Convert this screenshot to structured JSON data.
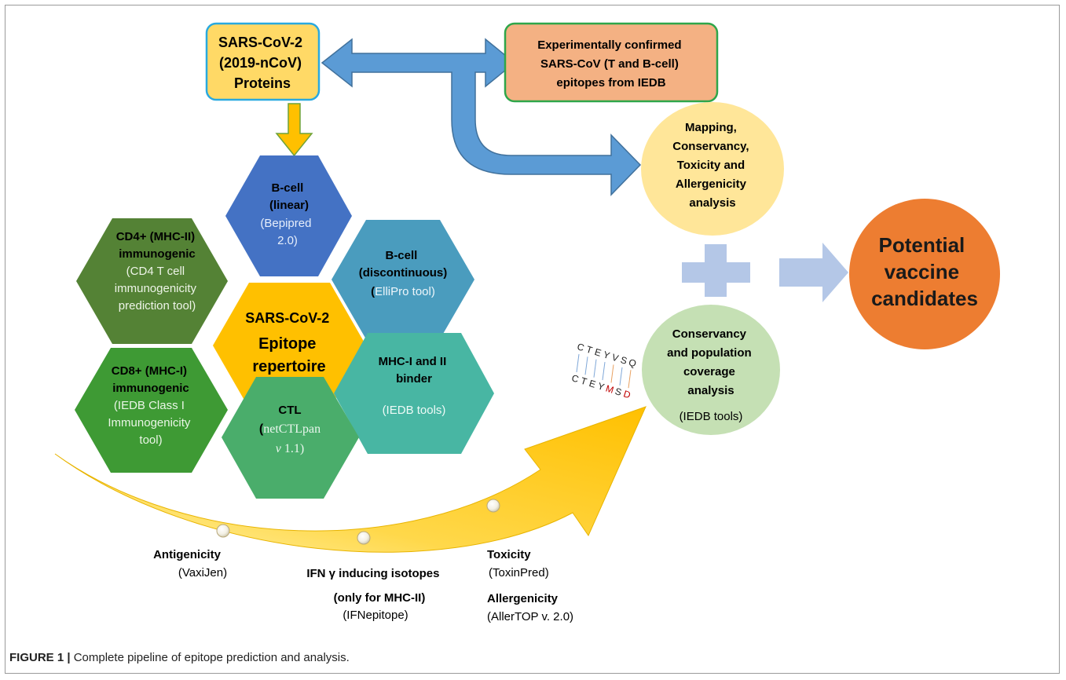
{
  "nodes": {
    "proteins": [
      "SARS-CoV-2",
      "(2019-nCoV)",
      "Proteins"
    ],
    "iedb_epitopes": [
      "Experimentally confirmed",
      "SARS-CoV (T and B-cell)",
      "epitopes from IEDB"
    ],
    "mapping": [
      "Mapping,",
      "Conservancy,",
      "Toxicity and",
      "Allergenicity",
      "analysis"
    ],
    "conservancy": [
      "Conservancy",
      "and population",
      "coverage",
      "analysis"
    ],
    "conservancy_tool": "(IEDB tools)",
    "candidates": [
      "Potential",
      "vaccine",
      "candidates"
    ]
  },
  "hexagons": {
    "bcell_linear": {
      "title": [
        "B-cell",
        "(linear)"
      ],
      "tool": [
        "(Bepipred",
        "2.0)"
      ]
    },
    "bcell_disc": {
      "title": [
        "B-cell",
        "(discontinuous)"
      ],
      "tool_paren": "(",
      "tool_rest": "ElliPro tool)"
    },
    "cd4": {
      "title": [
        "CD4+ (MHC-II)",
        "immunogenic"
      ],
      "tool": [
        "(CD4 T cell",
        "immunogenicity",
        "prediction tool)"
      ]
    },
    "center": [
      "SARS-CoV-2",
      "Epitope",
      "repertoire"
    ],
    "cd8": {
      "title": [
        "CD8+ (MHC-I)",
        "immunogenic"
      ],
      "tool": [
        "(IEDB Class I",
        "Immunogenicity",
        "tool)"
      ]
    },
    "mhc": {
      "title": [
        "MHC-I and II",
        "binder"
      ],
      "tool": "(IEDB tools)"
    },
    "ctl": {
      "title": "CTL",
      "tool_open": "(",
      "tool_name": "netCTLpan",
      "tool_v": "v",
      "tool_ver": "1.1)"
    }
  },
  "filters": {
    "antigenicity": {
      "label": "Antigenicity",
      "tool": "(VaxiJen)"
    },
    "ifn": {
      "label": [
        "IFN γ inducing isotopes",
        "(only for MHC-II)"
      ],
      "tool": "(IFNepitope)"
    },
    "toxicity": {
      "label": "Toxicity",
      "tool": "(ToxinPred)"
    },
    "allergenicity": {
      "label": "Allergenicity",
      "tool": "(AllerTOP v.  2.0)"
    }
  },
  "alignment": {
    "top": [
      "C",
      "T",
      "E",
      "Y",
      "V",
      "S",
      "Q"
    ],
    "bottom": [
      "C",
      "T",
      "E",
      "Y",
      "M",
      "S",
      "D"
    ]
  },
  "caption": {
    "label": "FIGURE 1 |",
    "text": " Complete pipeline of epitope prediction and analysis."
  },
  "colors": {
    "proteins_fill": "#ffd966",
    "proteins_border": "#29a9e0",
    "iedb_fill": "#f4b183",
    "iedb_border": "#2ea64a",
    "mapping_fill": "#ffe699",
    "conservancy_fill": "#c5e0b4",
    "candidates_fill": "#ed7d31",
    "double_arrow": "#5b9bd5",
    "down_arrow": "#ffc000",
    "plus": "#b4c7e7",
    "right_arrow": "#b4c7e7",
    "hex_bcell_linear": "#4472c4",
    "hex_bcell_disc": "#4a9cbe",
    "hex_cd4": "#548235",
    "hex_center": "#ffc000",
    "hex_cd8": "#3e9a34",
    "hex_mhc": "#48b6a3",
    "hex_ctl": "#4aad6b",
    "sweep": "#ffc000",
    "mutation": "#c00000"
  }
}
